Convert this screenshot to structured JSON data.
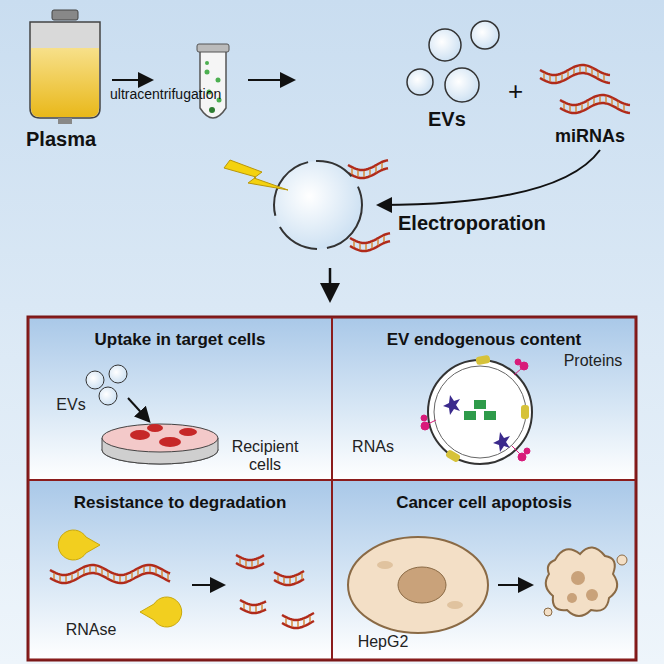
{
  "diagram": {
    "nodes": [
      {
        "text": [
          "Uptake in target cells",
          "EVs",
          "Recipient cells"
        ]
      },
      {
        "text": [
          "EV endogenous content",
          "Proteins",
          "RNAs"
        ]
      },
      {
        "text": [
          "Resistance to degradation",
          "RNAse"
        ]
      },
      {
        "text": [
          "Cancer cell apoptosis",
          "HepG2"
        ]
      }
    ],
    "labels": [
      "Plasma",
      "ultracentrifugation",
      "EVs",
      "+",
      "miRNAs",
      "Electroporation"
    ]
  }
}
